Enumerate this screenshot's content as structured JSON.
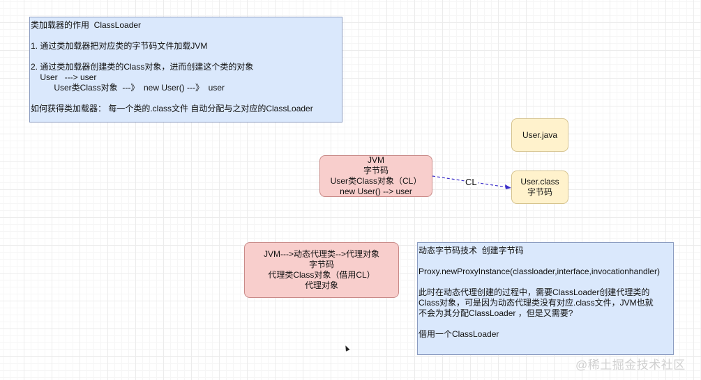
{
  "diagram": {
    "classloader_note": {
      "lines": [
        "类加载器的作用  ClassLoader",
        "",
        "1. 通过类加载器把对应类的字节码文件加载JVM",
        "",
        "2. 通过类加载器创建类的Class对象，进而创建这个类的对象",
        "    User   ---> user",
        "          User类Class对象  ---》  new User() ---》  user",
        "",
        "如何获得类加载器： 每一个类的.class文件 自动分配与之对应的ClassLoader"
      ]
    },
    "jvm_box": {
      "lines": [
        "JVM",
        "字节码",
        "User类Class对象（CL）",
        "new User() --> user"
      ]
    },
    "user_java_box": {
      "lines": [
        "User.java"
      ]
    },
    "user_class_box": {
      "lines": [
        "User.class",
        "字节码"
      ]
    },
    "edge": {
      "label": "CL",
      "color": "#3b2fc9"
    },
    "proxy_box": {
      "lines": [
        "JVM--->动态代理类-->代理对象",
        "字节码",
        "代理类Class对象（借用CL）",
        "代理对象"
      ]
    },
    "dynamic_note": {
      "lines": [
        "动态字节码技术  创建字节码",
        "",
        "Proxy.newProxyInstance(classloader,interface,invocationhandler)",
        "",
        "此时在动态代理创建的过程中，需要ClassLoader创建代理类的",
        "Class对象，可是因为动态代理类没有对应.class文件，JVM也就",
        "不会为其分配ClassLoader ，但是又需要?",
        "",
        "借用一个ClassLoader"
      ]
    },
    "colors": {
      "note_fill": "#dae8fc",
      "red_fill": "#f8cecc",
      "yellow_fill": "#fff2cc"
    }
  },
  "watermark": "@稀土掘金技术社区"
}
